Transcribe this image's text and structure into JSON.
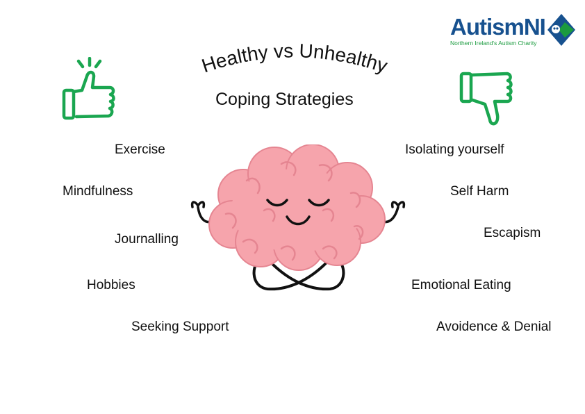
{
  "title": {
    "line1": "Healthy vs Unhealthy",
    "line2": "Coping Strategies"
  },
  "logo": {
    "name_part1": "Autism",
    "name_part2": "NI",
    "tagline": "Northern Ireland's Autism Charity"
  },
  "healthy": {
    "items": [
      "Exercise",
      "Mindfulness",
      "Journalling",
      "Hobbies",
      "Seeking Support"
    ]
  },
  "unhealthy": {
    "items": [
      "Isolating yourself",
      "Self Harm",
      "Escapism",
      "Emotional Eating",
      "Avoidence & Denial"
    ]
  },
  "colors": {
    "thumb_green": "#1aa650",
    "brand_blue": "#17518f",
    "brand_green": "#1b9b3f",
    "brain_pink": "#f6a4ac",
    "brain_line": "#e58591"
  },
  "icons": {
    "healthy": "thumbs-up-icon",
    "unhealthy": "thumbs-down-icon",
    "mascot": "meditating-brain-illustration"
  }
}
